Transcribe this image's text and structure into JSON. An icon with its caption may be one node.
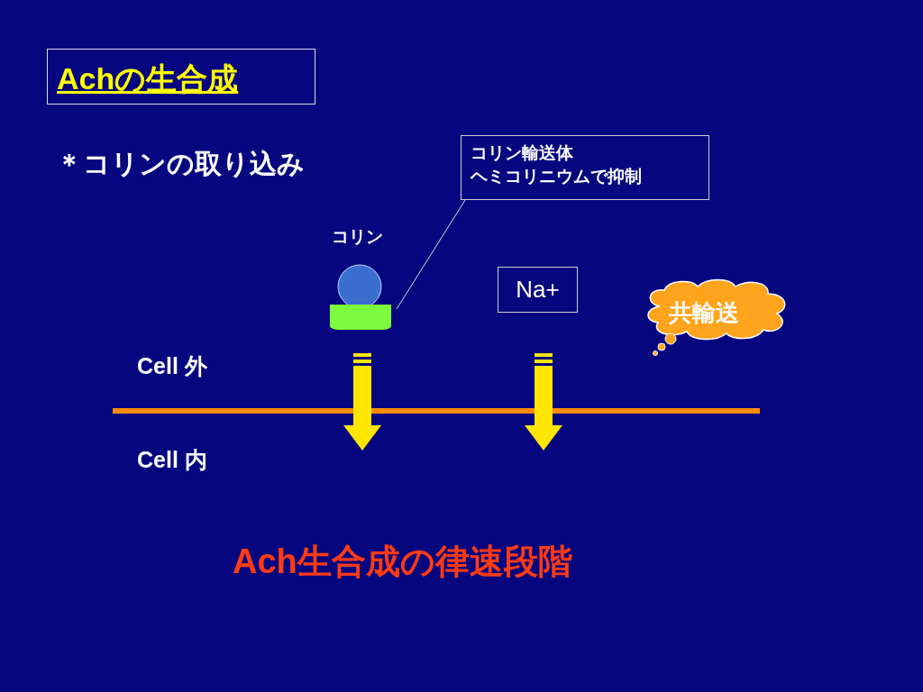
{
  "diagram": {
    "title": "Achの生合成",
    "nodes": [
      {
        "text": [
          "コリン輸送体",
          "ヘミコリニウムで抑制"
        ]
      },
      {
        "text": [],
        "shape": "box"
      },
      {
        "text": [
          "Na+"
        ]
      },
      {
        "text": [
          "共輸送"
        ]
      }
    ],
    "edges": [
      {
        "from": 0,
        "to": 1,
        "arrow": "none"
      }
    ],
    "labels": [
      "＊コリンの取り込み",
      "コリン",
      "Cell 外",
      "Cell 内",
      "Ach生合成の律速段階"
    ]
  }
}
